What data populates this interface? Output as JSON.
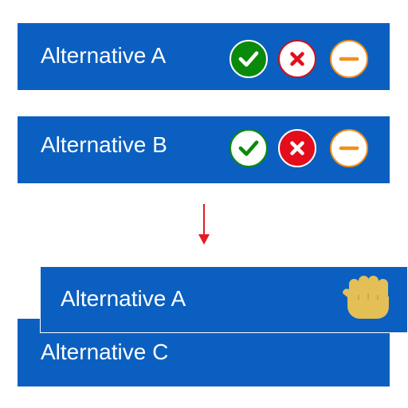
{
  "alternatives": [
    {
      "label": "Alternative A",
      "accept": "selected",
      "reject": "unselected",
      "neutral": "unselected"
    },
    {
      "label": "Alternative B",
      "accept": "unselected",
      "reject": "selected",
      "neutral": "unselected"
    }
  ],
  "dragged_item": {
    "label": "Alternative A"
  },
  "drop_target": {
    "label": "Alternative C"
  },
  "icons": {
    "accept": "checkmark-icon",
    "reject": "cross-icon",
    "neutral": "minus-icon",
    "arrow": "arrow-down-icon",
    "drag": "grab-hand-icon"
  },
  "colors": {
    "item_background": "#0b5fc0",
    "item_text": "#ffffff",
    "accept": "#0a8a0a",
    "reject": "#e40d1b",
    "neutral": "#f0901a",
    "arrow": "#e41b23",
    "hand": "#e3bf55"
  }
}
